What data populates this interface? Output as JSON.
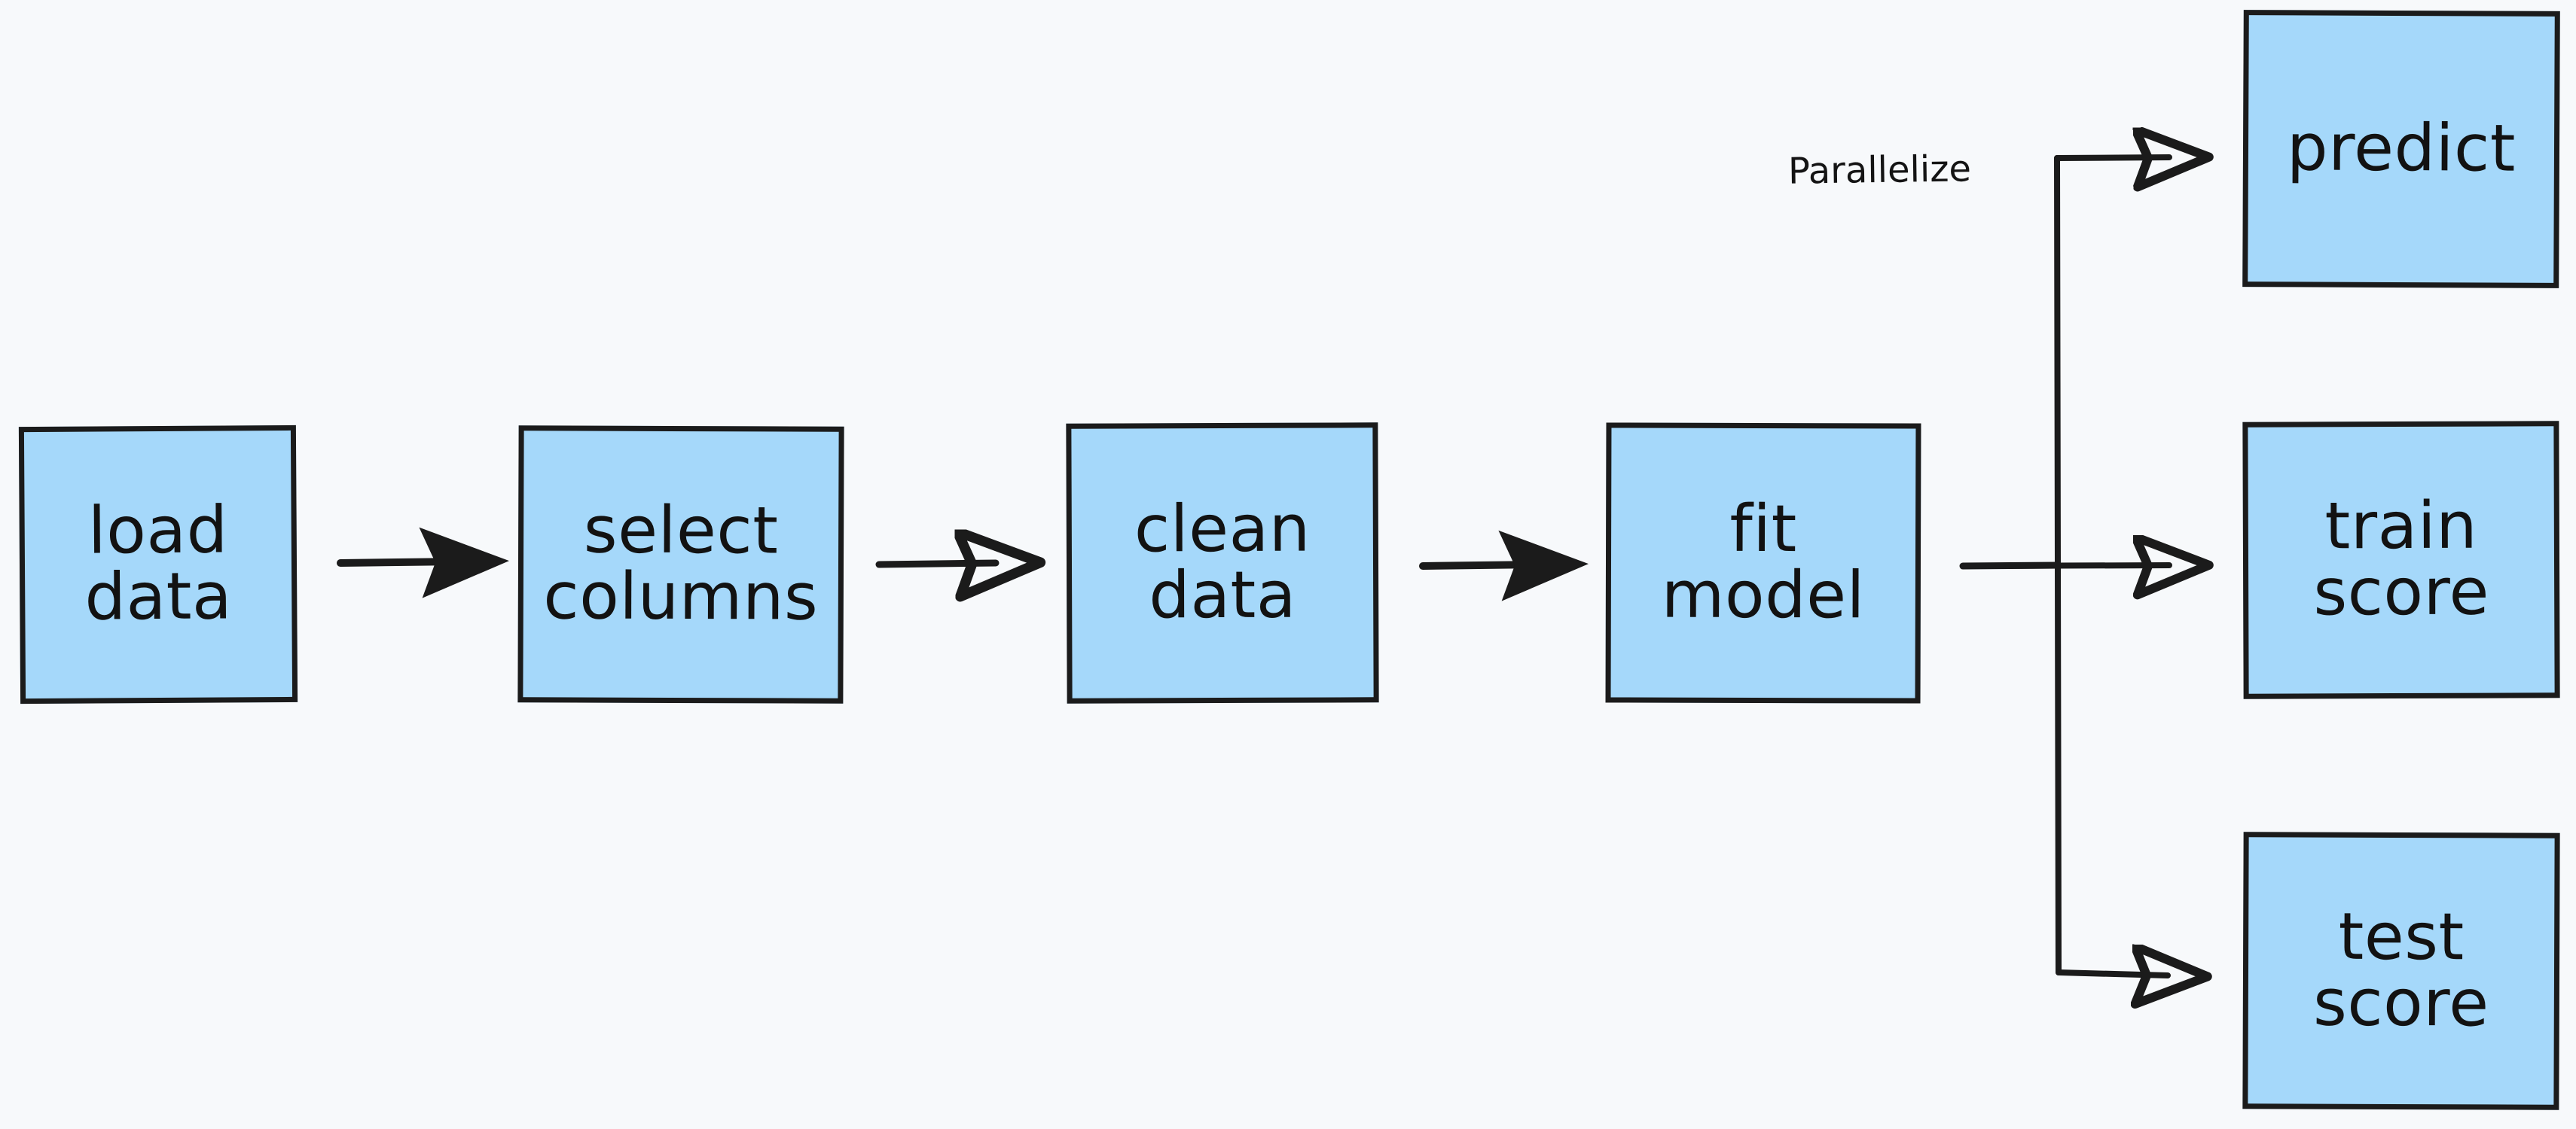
{
  "diagram": {
    "type": "flowchart",
    "title": "",
    "style": "hand-drawn",
    "background_color": "#f7f9fb",
    "node_fill_color": "#a5d8fa",
    "node_border_color": "#1b1b1b",
    "stroke_color": "#1b1b1b",
    "text_color": "#121212",
    "nodes": [
      {
        "id": "load",
        "label": "load data",
        "line1": "load",
        "line2": "data"
      },
      {
        "id": "select",
        "label": "select columns",
        "line1": "select",
        "line2": "columns"
      },
      {
        "id": "clean",
        "label": "clean data",
        "line1": "clean",
        "line2": "data"
      },
      {
        "id": "fit",
        "label": "fit model",
        "line1": "fit",
        "line2": "model"
      },
      {
        "id": "predict",
        "label": "predict",
        "line1": "predict",
        "line2": ""
      },
      {
        "id": "train",
        "label": "train score",
        "line1": "train",
        "line2": "score"
      },
      {
        "id": "test",
        "label": "test score",
        "line1": "test",
        "line2": "score"
      }
    ],
    "edges": [
      {
        "from": "load",
        "to": "select",
        "label": "",
        "arrowhead": "solid"
      },
      {
        "from": "select",
        "to": "clean",
        "label": "",
        "arrowhead": "hollow"
      },
      {
        "from": "clean",
        "to": "fit",
        "label": "",
        "arrowhead": "solid"
      },
      {
        "from": "fit",
        "to": "predict",
        "label": "Parallelize",
        "arrowhead": "hollow"
      },
      {
        "from": "fit",
        "to": "train",
        "label": "",
        "arrowhead": "hollow"
      },
      {
        "from": "fit",
        "to": "test",
        "label": "",
        "arrowhead": "hollow"
      }
    ],
    "labels": {
      "parallelize": "Parallelize"
    }
  }
}
